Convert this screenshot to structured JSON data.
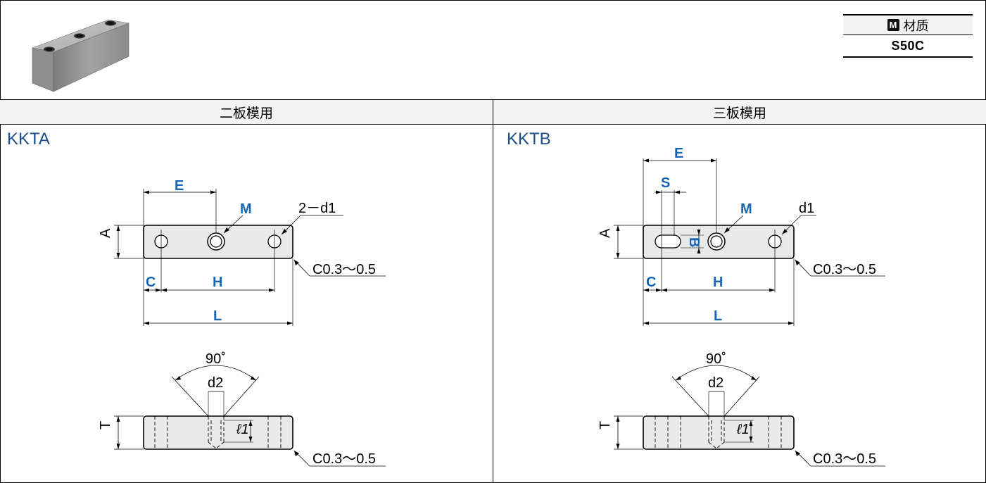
{
  "material": {
    "label": "材质",
    "value": "S50C"
  },
  "columns": [
    {
      "header": "二板模用",
      "model": "KKTA",
      "hole_label": "2－d1"
    },
    {
      "header": "三板模用",
      "model": "KKTB",
      "hole_label": "d1"
    }
  ],
  "dims": {
    "A": "A",
    "B": "B",
    "C": "C",
    "E": "E",
    "H": "H",
    "L": "L",
    "M": "M",
    "S": "S",
    "T": "T",
    "angle": "90˚",
    "d2": "d2",
    "l1": "ℓ1",
    "chamfer": "C0.3～0.5"
  },
  "colors": {
    "dim_blue": "#1565b4",
    "model_blue": "#1a4f8a",
    "header_bg": "#f2f2f2"
  }
}
